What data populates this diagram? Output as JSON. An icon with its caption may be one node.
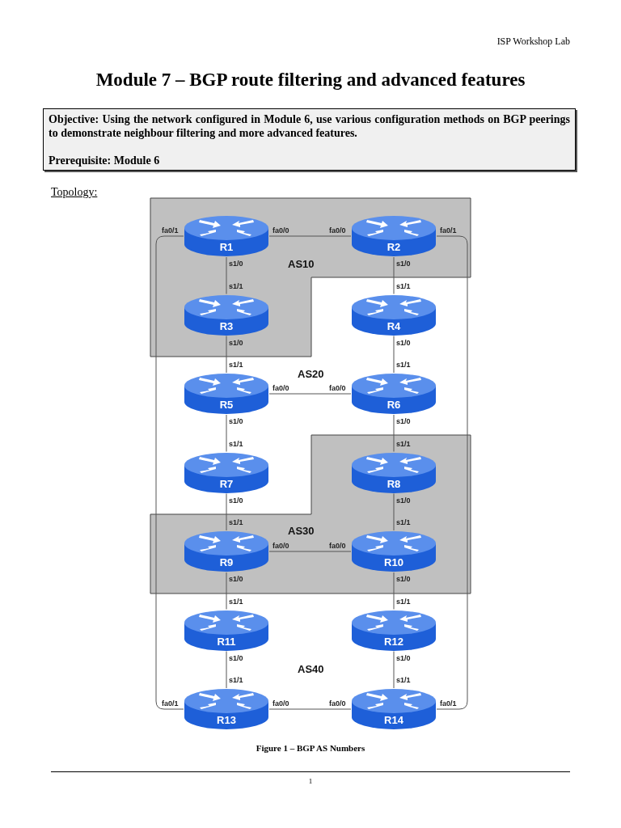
{
  "diagram": {
    "title": "Module 7 – BGP route filtering and advanced features",
    "caption": "Figure 1 – BGP AS Numbers",
    "nodes": [
      {
        "text": [
          "Objective: Using the network configured in Module 6, use various configuration methods on BGP peerings to demonstrate neighbour filtering and more advanced features.",
          "Prerequisite: Module 6"
        ]
      },
      {
        "text": [
          "AS10"
        ]
      },
      {
        "text": [
          "R1"
        ],
        "in": 1,
        "beside": [
          "fa0/1",
          "fa0/0",
          "s1/0"
        ]
      },
      {
        "text": [
          "R2"
        ],
        "in": 1,
        "beside": [
          "fa0/0",
          "fa0/1",
          "s1/0"
        ]
      },
      {
        "text": [
          "R3"
        ],
        "in": 1,
        "beside": [
          "s1/1",
          "s1/0"
        ]
      },
      {
        "text": [
          "R4"
        ],
        "beside": [
          "s1/1",
          "s1/0"
        ]
      },
      {
        "text": [
          "R5"
        ],
        "beside": [
          "s1/1",
          "fa0/0",
          "s1/0"
        ]
      },
      {
        "text": [
          "R6"
        ],
        "beside": [
          "s1/1",
          "fa0/0",
          "s1/0"
        ]
      },
      {
        "text": [
          "R7"
        ],
        "beside": [
          "s1/1",
          "s1/0"
        ]
      },
      {
        "text": [
          "AS30"
        ]
      },
      {
        "text": [
          "R8"
        ],
        "in": 9,
        "beside": [
          "s1/1",
          "s1/0"
        ]
      },
      {
        "text": [
          "R9"
        ],
        "in": 9,
        "beside": [
          "s1/1",
          "fa0/0",
          "s1/0"
        ]
      },
      {
        "text": [
          "R10"
        ],
        "in": 9,
        "beside": [
          "s1/1",
          "fa0/0",
          "s1/0"
        ]
      },
      {
        "text": [
          "R11"
        ],
        "beside": [
          "s1/1",
          "s1/0"
        ]
      },
      {
        "text": [
          "R12"
        ],
        "beside": [
          "s1/1",
          "s1/0"
        ]
      },
      {
        "text": [
          "R13"
        ],
        "beside": [
          "s1/1",
          "fa0/1",
          "fa0/0"
        ]
      },
      {
        "text": [
          "R14"
        ],
        "beside": [
          "s1/1",
          "fa0/0",
          "fa0/1"
        ]
      }
    ],
    "edges": [
      {
        "from": 2,
        "to": 3,
        "arrow": "none"
      },
      {
        "from": 2,
        "to": 4,
        "arrow": "none"
      },
      {
        "from": 3,
        "to": 5,
        "arrow": "none"
      },
      {
        "from": 4,
        "to": 6,
        "arrow": "none"
      },
      {
        "from": 5,
        "to": 7,
        "arrow": "none"
      },
      {
        "from": 6,
        "to": 7,
        "arrow": "none"
      },
      {
        "from": 6,
        "to": 8,
        "arrow": "none"
      },
      {
        "from": 7,
        "to": 10,
        "arrow": "none"
      },
      {
        "from": 8,
        "to": 11,
        "arrow": "none"
      },
      {
        "from": 10,
        "to": 12,
        "arrow": "none"
      },
      {
        "from": 11,
        "to": 12,
        "arrow": "none"
      },
      {
        "from": 11,
        "to": 13,
        "arrow": "none"
      },
      {
        "from": 12,
        "to": 14,
        "arrow": "none"
      },
      {
        "from": 13,
        "to": 15,
        "arrow": "none"
      },
      {
        "from": 14,
        "to": 16,
        "arrow": "none"
      },
      {
        "from": 15,
        "to": 16,
        "arrow": "none"
      },
      {
        "from": 2,
        "to": 15,
        "arrow": "none"
      },
      {
        "from": 3,
        "to": 16,
        "arrow": "none"
      }
    ],
    "labels": [
      "ISP Workshop Lab",
      "Topology:",
      "AS20",
      "AS40",
      "1"
    ]
  }
}
